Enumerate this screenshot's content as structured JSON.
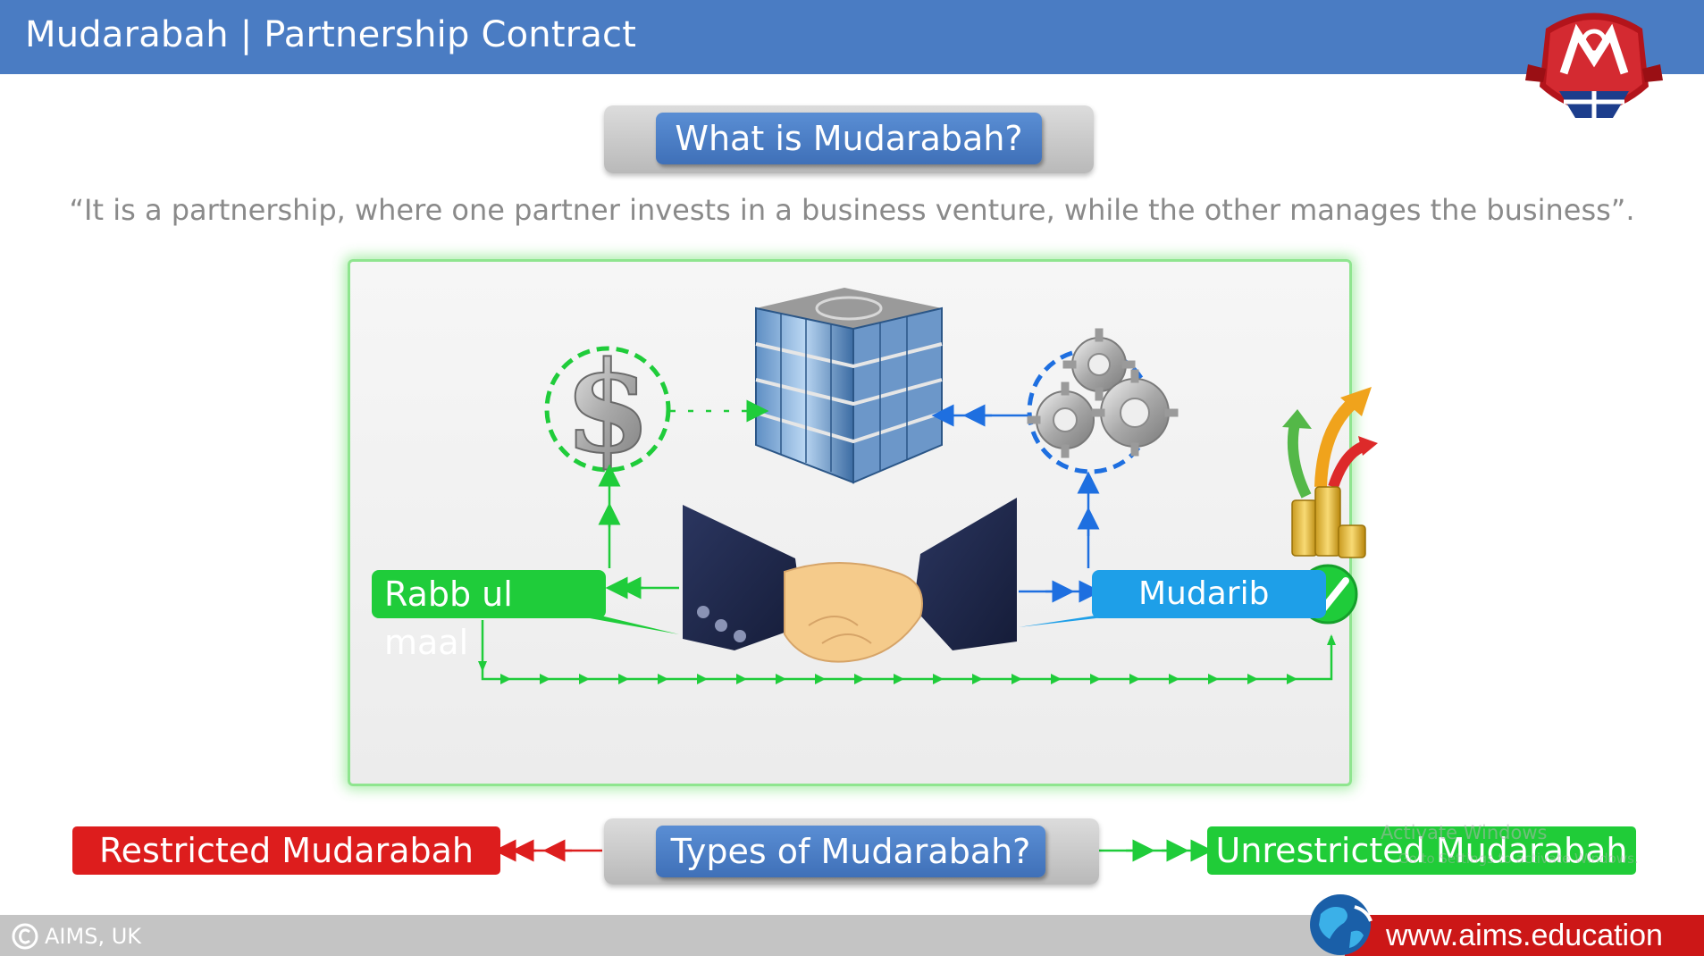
{
  "header": {
    "title": "Mudarabah | Partnership Contract"
  },
  "question": {
    "label": "What is Mudarabah?"
  },
  "definition": {
    "text": "“It is a partnership, where one partner invests in a business venture, while the other manages the business”."
  },
  "diagram": {
    "investor_label": "Rabb ul maal",
    "manager_label": "Mudarib",
    "icons": [
      "dollar-icon",
      "office-building-icon",
      "gears-icon",
      "handshake-icon",
      "profit-coins-icon",
      "checkmark-icon"
    ],
    "colors": {
      "investor": "#1fcc3a",
      "manager": "#1e9fe8",
      "panel_glow": "#8fe58f"
    }
  },
  "types": {
    "label": "Types of Mudarabah?",
    "restricted": "Restricted Mudarabah",
    "unrestricted": "Unrestricted Mudarabah"
  },
  "watermark": {
    "title": "Activate Windows",
    "subtitle": "Go to Settings to activate Windows."
  },
  "footer": {
    "copyright": "AIMS, UK",
    "website": "www.aims.education"
  },
  "colors": {
    "header": "#4a7cc3",
    "pill": "#4a7cc3",
    "restricted": "#dd1d1d",
    "unrestricted": "#20cc38",
    "footer_right": "#cc1717"
  }
}
